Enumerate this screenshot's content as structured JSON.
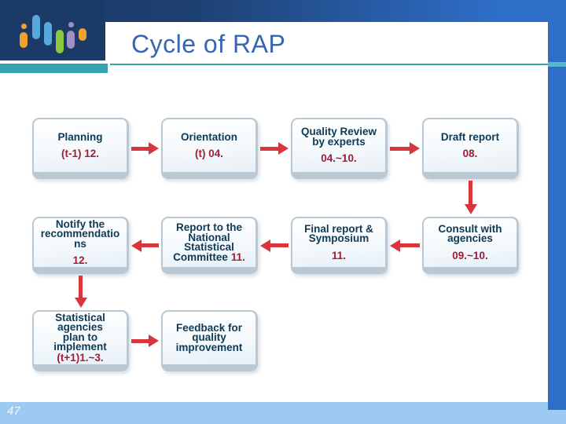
{
  "header": {
    "title": "Cycle of RAP"
  },
  "footer": {
    "page_number": "47"
  },
  "logo": {
    "name": "bar-chart-logo"
  },
  "colors": {
    "band_left": "#1b3a66",
    "band_right": "#2e6ec8",
    "logo_box": "#1c3a67",
    "teal": "#35a4b1",
    "teal_light": "#56b8ca",
    "right_bar": "#2e6ec8",
    "bottom_bar": "#9ccaf3",
    "title_text": "#3765b3",
    "box_border": "#bac8d3",
    "box_title": "#0d3a55",
    "box_date": "#a21d33",
    "arrow": "#d8363c",
    "logo_orange": "#f0a22e",
    "logo_blue": "#56a9dc",
    "logo_green": "#8dc63f",
    "logo_purple": "#9e8fc8"
  },
  "flowchart": {
    "boxes": [
      {
        "id": "planning",
        "col": 1,
        "row": 1,
        "title_lines": [
          "Planning"
        ],
        "date": "(t-1) 12."
      },
      {
        "id": "orientation",
        "col": 2,
        "row": 1,
        "title_lines": [
          "Orientation"
        ],
        "date": "(t) 04."
      },
      {
        "id": "quality-review",
        "col": 3,
        "row": 1,
        "title_lines": [
          "Quality Review",
          "by experts"
        ],
        "date": "04.~10."
      },
      {
        "id": "draft-report",
        "col": 4,
        "row": 1,
        "title_lines": [
          "Draft report"
        ],
        "date": "08."
      },
      {
        "id": "notify-recommendations",
        "col": 1,
        "row": 2,
        "title_lines": [
          "Notify the",
          "recommendatio",
          "ns"
        ],
        "date": "12."
      },
      {
        "id": "report-committee",
        "col": 2,
        "row": 2,
        "title_lines": [
          "Report to the",
          "National",
          "Statistical",
          "Committee"
        ],
        "date": "11.",
        "date_inline": true
      },
      {
        "id": "final-report",
        "col": 3,
        "row": 2,
        "title_lines": [
          "Final report &",
          "Symposium"
        ],
        "date": "11."
      },
      {
        "id": "consult-agencies",
        "col": 4,
        "row": 2,
        "title_lines": [
          "Consult with",
          "agencies"
        ],
        "date": "09.~10."
      },
      {
        "id": "agencies-implement",
        "col": 1,
        "row": 3,
        "title_lines": [
          "Statistical",
          "agencies",
          "plan to",
          "implement"
        ],
        "date": "(t+1)1.~3.",
        "date_tight": true
      },
      {
        "id": "feedback",
        "col": 2,
        "row": 3,
        "title_lines": [
          "Feedback for",
          "quality",
          "improvement"
        ],
        "date": ""
      }
    ],
    "arrows": [
      {
        "from": "planning",
        "to": "orientation",
        "dir": "right"
      },
      {
        "from": "orientation",
        "to": "quality-review",
        "dir": "right"
      },
      {
        "from": "quality-review",
        "to": "draft-report",
        "dir": "right"
      },
      {
        "from": "draft-report",
        "to": "consult-agencies",
        "dir": "down"
      },
      {
        "from": "consult-agencies",
        "to": "final-report",
        "dir": "left"
      },
      {
        "from": "final-report",
        "to": "report-committee",
        "dir": "left"
      },
      {
        "from": "report-committee",
        "to": "notify-recommendations",
        "dir": "left"
      },
      {
        "from": "notify-recommendations",
        "to": "agencies-implement",
        "dir": "down"
      },
      {
        "from": "agencies-implement",
        "to": "feedback",
        "dir": "right"
      }
    ]
  }
}
